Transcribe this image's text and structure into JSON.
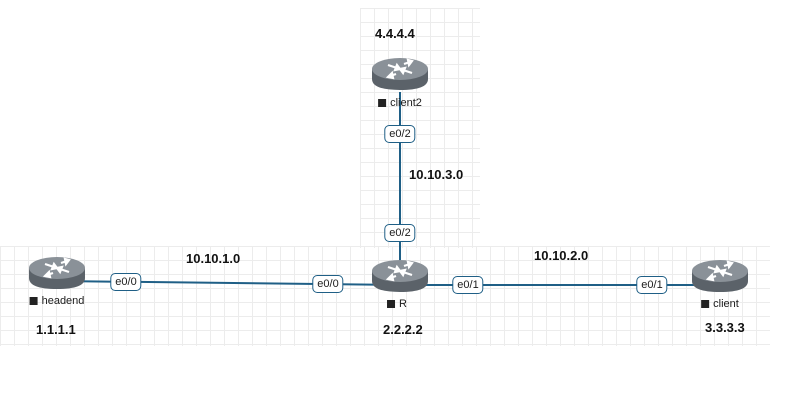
{
  "networks": {
    "net_1": "10.10.1.0",
    "net_2": "10.10.2.0",
    "net_3": "10.10.3.0"
  },
  "nodes": {
    "headend": {
      "name": "headend",
      "ip": "1.1.1.1"
    },
    "r": {
      "name": "R",
      "ip": "2.2.2.2"
    },
    "client": {
      "name": "client",
      "ip": "3.3.3.3"
    },
    "client2": {
      "name": "client2",
      "ip": "4.4.4.4"
    }
  },
  "interfaces": {
    "headend_e00": "e0/0",
    "r_e00": "e0/0",
    "r_e01": "e0/1",
    "r_e02": "e0/2",
    "client_e01": "e0/1",
    "client2_e02": "e0/2"
  },
  "colors": {
    "link": "#1f5f86",
    "router_body": "#5b6269",
    "router_top": "#8a9198"
  },
  "icons": {
    "router": "router-icon",
    "node_marker": "square-icon"
  }
}
